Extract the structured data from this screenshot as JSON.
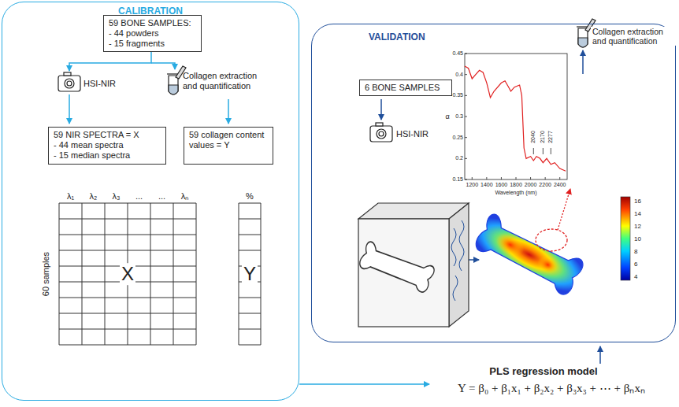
{
  "diagram": {
    "nodes": [
      {
        "text": [
          "CALIBRATION"
        ]
      },
      {
        "text": [
          "59 BONE SAMPLES:",
          "- 44 powders",
          "- 15 fragments"
        ],
        "in": 0
      },
      {
        "text": [
          "59 NIR SPECTRA = X",
          "- 44 mean spectra",
          "- 15 median spectra"
        ],
        "in": 0
      },
      {
        "text": [
          "59 collagen content values = Y"
        ],
        "in": 0
      },
      {
        "text": [
          "VALIDATION"
        ]
      },
      {
        "text": [
          "6 BONE SAMPLES"
        ],
        "in": 4
      }
    ],
    "labels": [
      "HSI-NIR",
      "Collagen extraction and quantification",
      "λ₁",
      "λ₂",
      "λ₃",
      "...",
      "...",
      "λₙ",
      "60 samples",
      "X",
      "%",
      "Y",
      "HSI-NIR",
      "Collagen extraction and quantification",
      "0.45",
      "0.4",
      "0.35",
      "0.3",
      "0.25",
      "0.2",
      "0.15",
      "α",
      "1200",
      "1400",
      "1600",
      "1800",
      "2000",
      "2200",
      "2400",
      "Wavelength (nm)",
      "2040",
      "2170",
      "2277",
      "16",
      "14",
      "12",
      "10",
      "8",
      "6",
      "4",
      "PLS regression model",
      "Y = β₀ + β₁x₁ + β₂x₂ + β₃x₃ + ⋯ + βₙxₙ"
    ]
  }
}
